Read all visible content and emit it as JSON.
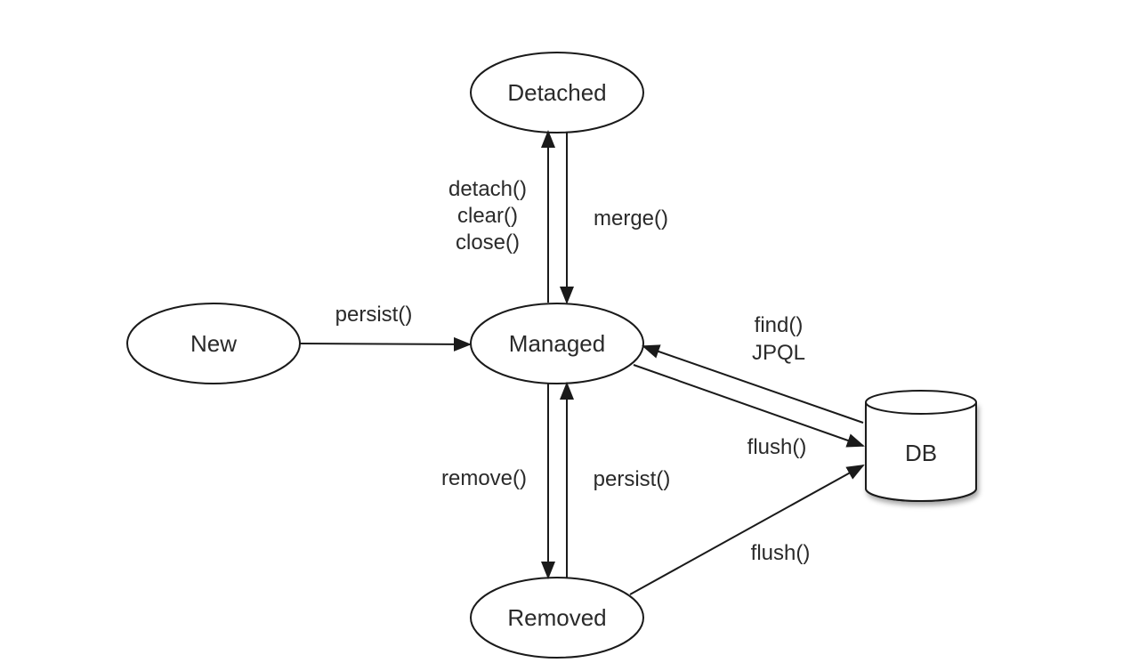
{
  "nodes": {
    "detached": "Detached",
    "new": "New",
    "managed": "Managed",
    "removed": "Removed",
    "db": "DB"
  },
  "edges": {
    "detach": [
      "detach()",
      "clear()",
      "close()"
    ],
    "merge": "merge()",
    "persist_new": "persist()",
    "find": [
      "find()",
      "JPQL"
    ],
    "flush_managed": "flush()",
    "remove": "remove()",
    "persist_removed": "persist()",
    "flush_removed": "flush()"
  },
  "colors": {
    "stroke": "#1a1a1a",
    "text": "#2a2a2a",
    "background": "#ffffff"
  }
}
